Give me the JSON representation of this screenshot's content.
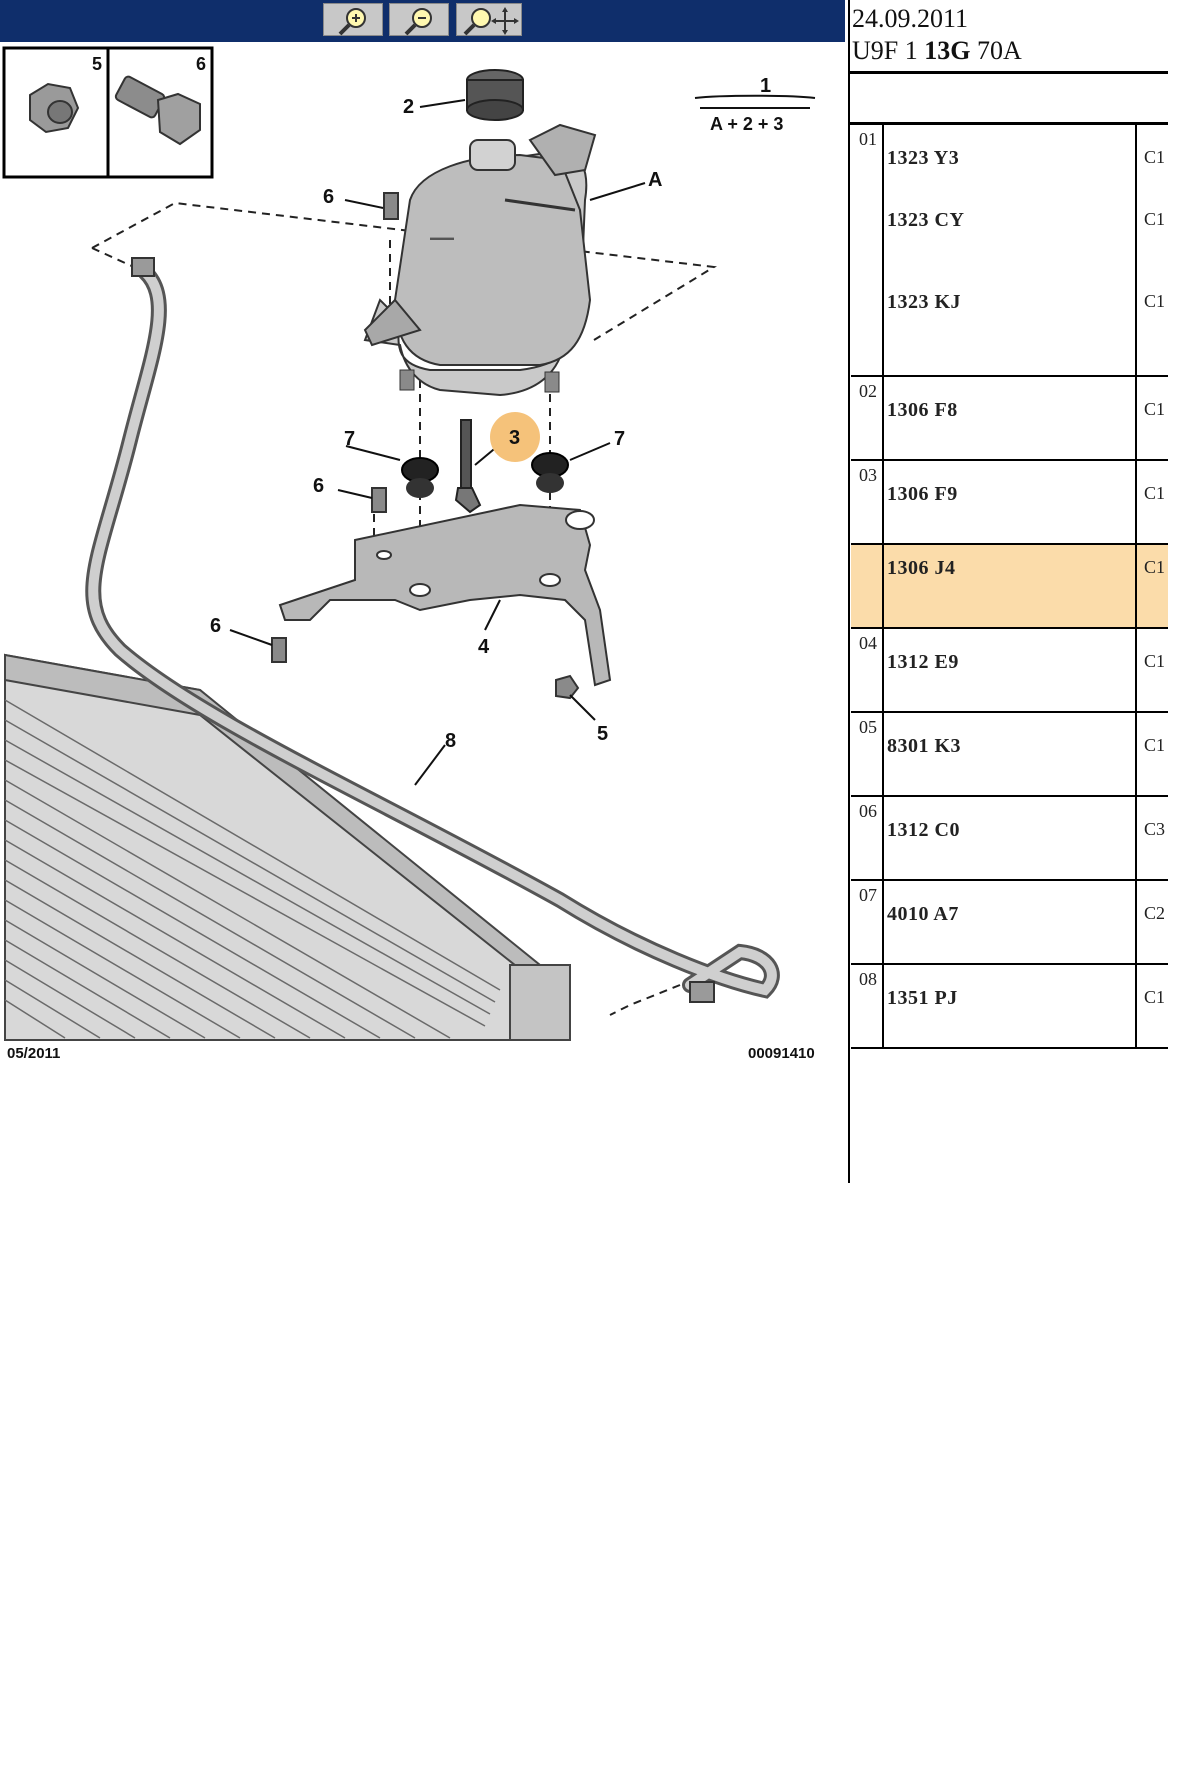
{
  "toolbar": {
    "zoom_in": "zoom-in-icon",
    "zoom_out": "zoom-out-icon",
    "zoom_pan": "zoom-pan-icon",
    "bg_color": "#0f2e6b"
  },
  "diagram": {
    "inset_labels": [
      "5",
      "6"
    ],
    "callouts": [
      "1",
      "2",
      "3",
      "4",
      "5",
      "6",
      "7",
      "8",
      "A"
    ],
    "assembly_formula": "A + 2 + 3",
    "highlighted_callout": "3",
    "footer_date": "05/2011",
    "footer_ref": "00091410"
  },
  "header": {
    "date": "24.09.2011",
    "ref_prefix": "U9F 1 ",
    "ref_bold": "13G",
    "ref_suffix": " 70A"
  },
  "parts": [
    {
      "index": "01",
      "entries": [
        {
          "number": "1323 Y3",
          "qty": "C1"
        },
        {
          "number": "1323 CY",
          "qty": "C1"
        },
        {
          "number": "1323 KJ",
          "qty": "C1"
        }
      ]
    },
    {
      "index": "02",
      "entries": [
        {
          "number": "1306 F8",
          "qty": "C1"
        }
      ]
    },
    {
      "index": "03",
      "entries": [
        {
          "number": "1306 F9",
          "qty": "C1"
        }
      ]
    },
    {
      "index": "",
      "highlight": true,
      "entries": [
        {
          "number": "1306 J4",
          "qty": "C1"
        }
      ]
    },
    {
      "index": "04",
      "entries": [
        {
          "number": "1312 E9",
          "qty": "C1"
        }
      ]
    },
    {
      "index": "05",
      "entries": [
        {
          "number": "8301 K3",
          "qty": "C1"
        }
      ]
    },
    {
      "index": "06",
      "entries": [
        {
          "number": "1312 C0",
          "qty": "C3"
        }
      ]
    },
    {
      "index": "07",
      "entries": [
        {
          "number": "4010 A7",
          "qty": "C2"
        }
      ]
    },
    {
      "index": "08",
      "entries": [
        {
          "number": "1351 PJ",
          "qty": "C1"
        }
      ]
    }
  ],
  "colors": {
    "highlight_row": "#fbdcaa",
    "highlight_callout": "#f5c27a"
  }
}
